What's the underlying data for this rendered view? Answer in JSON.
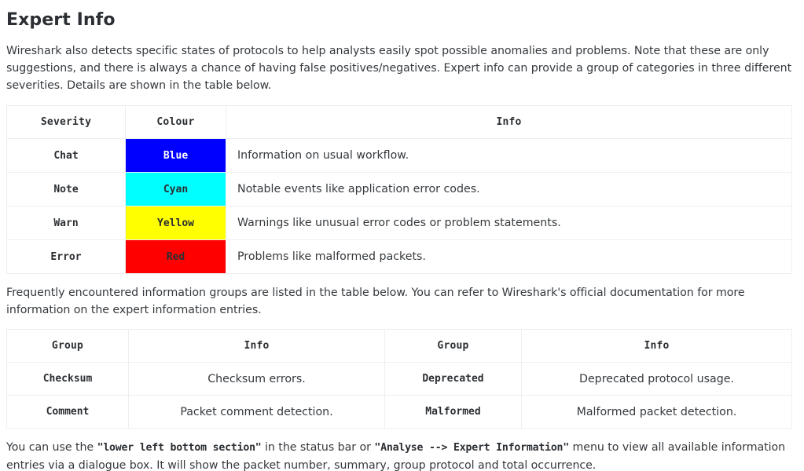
{
  "page": {
    "title": "Expert Info",
    "intro_paragraph": "Wireshark also detects specific states of protocols to help analysts easily spot possible anomalies and problems. Note that these are only suggestions, and there is always a chance of having false positives/negatives. Expert info can provide a group of categories in three different severities. Details are shown in the table below.",
    "middle_paragraph": "Frequently encountered information groups are listed in the table below. You can refer to Wireshark's official documentation for more information on the expert information entries.",
    "closing_paragraph": {
      "part1": "You can use the ",
      "bold1": "\"lower left bottom section\"",
      "part2": " in the status bar or ",
      "bold2": "\"Analyse --> Expert Information\"",
      "part3": " menu to view all available information entries via a dialogue box. It will show the packet number, summary, group protocol and total occurrence."
    }
  },
  "severity_table": {
    "headers": [
      "Severity",
      "Colour",
      "Info"
    ],
    "rows": [
      {
        "severity": "Chat",
        "colour_label": "Blue",
        "colour_hex": "#0000FF",
        "colour_text_hex": "#FFFFFF",
        "info": "Information on usual workflow."
      },
      {
        "severity": "Note",
        "colour_label": "Cyan",
        "colour_hex": "#00FFFF",
        "colour_text_hex": "#2B2F33",
        "info": "Notable events like application error codes."
      },
      {
        "severity": "Warn",
        "colour_label": "Yellow",
        "colour_hex": "#FFFF00",
        "colour_text_hex": "#2B2F33",
        "info": "Warnings like unusual error codes or problem statements."
      },
      {
        "severity": "Error",
        "colour_label": "Red",
        "colour_hex": "#FF0000",
        "colour_text_hex": "#2B2F33",
        "info": "Problems like malformed packets."
      }
    ]
  },
  "group_table": {
    "headers": [
      "Group",
      "Info",
      "Group",
      "Info"
    ],
    "rows": [
      {
        "group_left": "Checksum",
        "info_left": "Checksum errors.",
        "group_right": "Deprecated",
        "info_right": "Deprecated protocol usage."
      },
      {
        "group_left": "Comment",
        "info_left": "Packet comment detection.",
        "group_right": "Malformed",
        "info_right": "Malformed packet detection."
      }
    ]
  },
  "theme": {
    "border_hex": "#ECEEF0",
    "text_hex": "#35393D",
    "heading_hex": "#2B2F33"
  }
}
